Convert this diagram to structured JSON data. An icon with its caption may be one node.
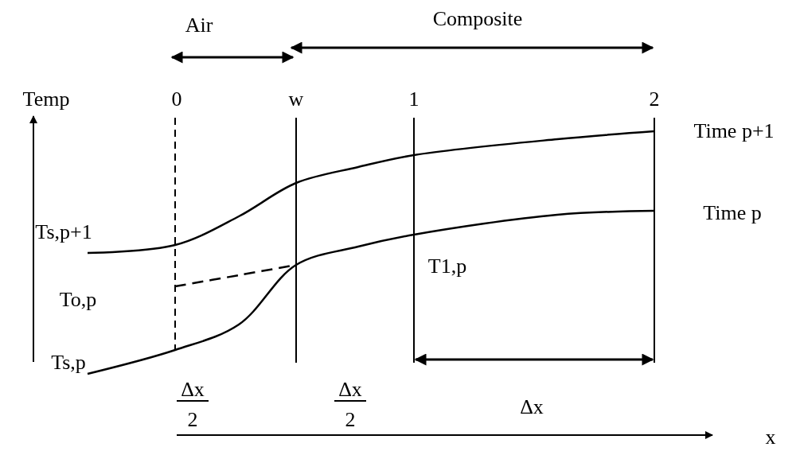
{
  "diagram": {
    "labels": [
      "Air",
      "Composite",
      "Temp",
      "0",
      "w",
      "1",
      "2",
      "Time p+1",
      "Ts,p+1",
      "Time p",
      "To,p",
      "T1,p",
      "Ts,p",
      "Δx",
      "2",
      "Δx",
      "2",
      "Δx",
      "x"
    ]
  }
}
